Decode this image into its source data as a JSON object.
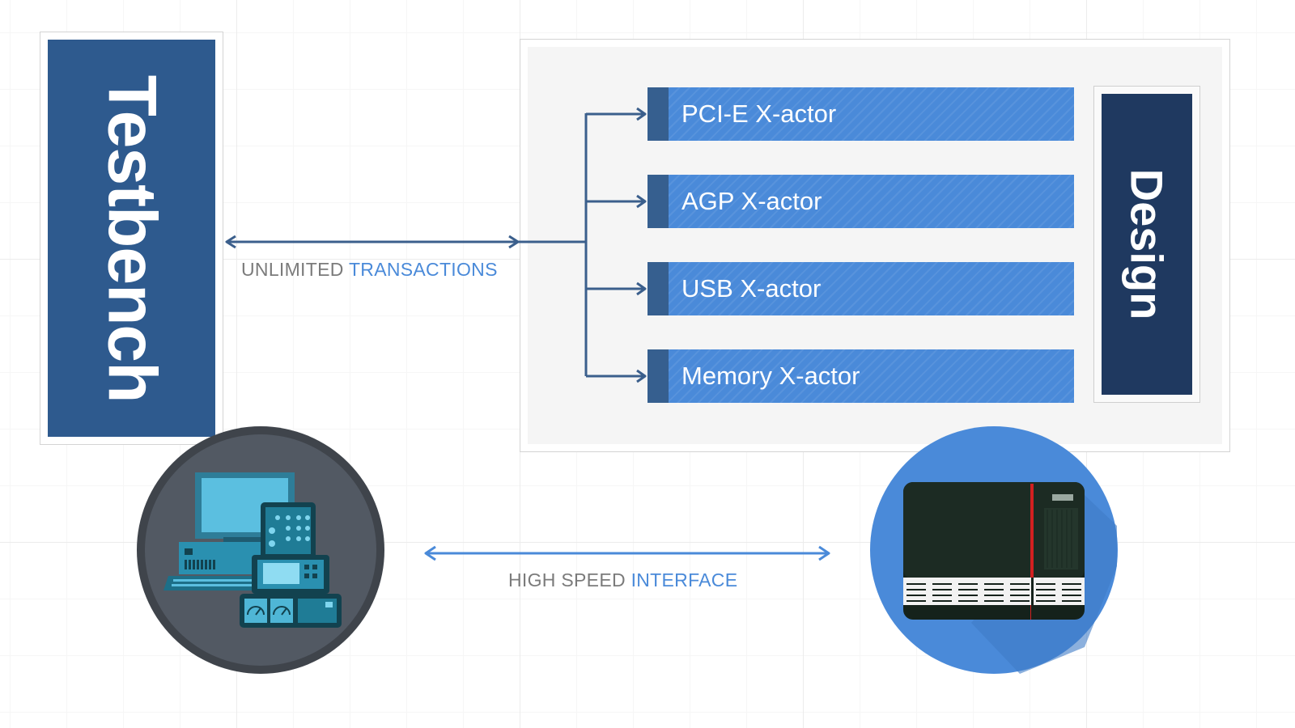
{
  "testbench": {
    "label": "Testbench"
  },
  "design": {
    "label": "Design"
  },
  "xactors": [
    {
      "label": "PCI-E X-actor"
    },
    {
      "label": "AGP X-actor"
    },
    {
      "label": "USB X-actor"
    },
    {
      "label": "Memory X-actor"
    }
  ],
  "transactions_caption": {
    "part1": "UNLIMITED",
    "part2": "TRANSACTIONS"
  },
  "interface_caption": {
    "part1": "HIGH SPEED",
    "part2": "INTERFACE"
  },
  "colors": {
    "testbench_block": "#2e5a8e",
    "design_block": "#1f3960",
    "xactor_fill": "#4a8ad9",
    "connector": "#3b5f8c",
    "interface_arrow": "#4a8ad9",
    "workstation_circle": "#525963",
    "emulator_circle": "#4a8ad9"
  },
  "icons": {
    "left": "computer-workstation-icon",
    "right": "hardware-emulator-icon"
  }
}
